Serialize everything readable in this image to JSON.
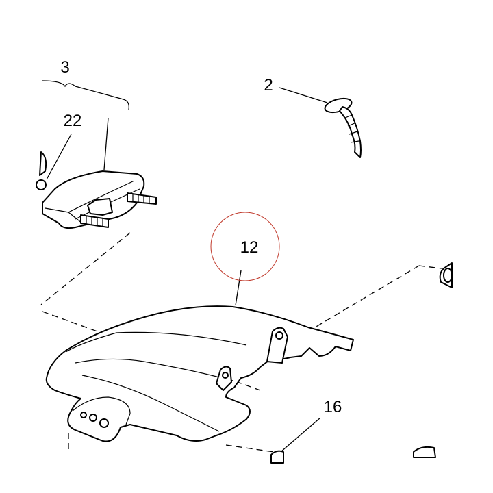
{
  "diagram": {
    "callouts": [
      {
        "id": "c3",
        "text": "3"
      },
      {
        "id": "c2",
        "text": "2"
      },
      {
        "id": "c22",
        "text": "22"
      },
      {
        "id": "c12",
        "text": "12",
        "highlighted": true
      },
      {
        "id": "c16",
        "text": "16"
      }
    ],
    "colors": {
      "line": "#000000",
      "background": "#ffffff",
      "highlight_circle": "#c0392b"
    }
  }
}
